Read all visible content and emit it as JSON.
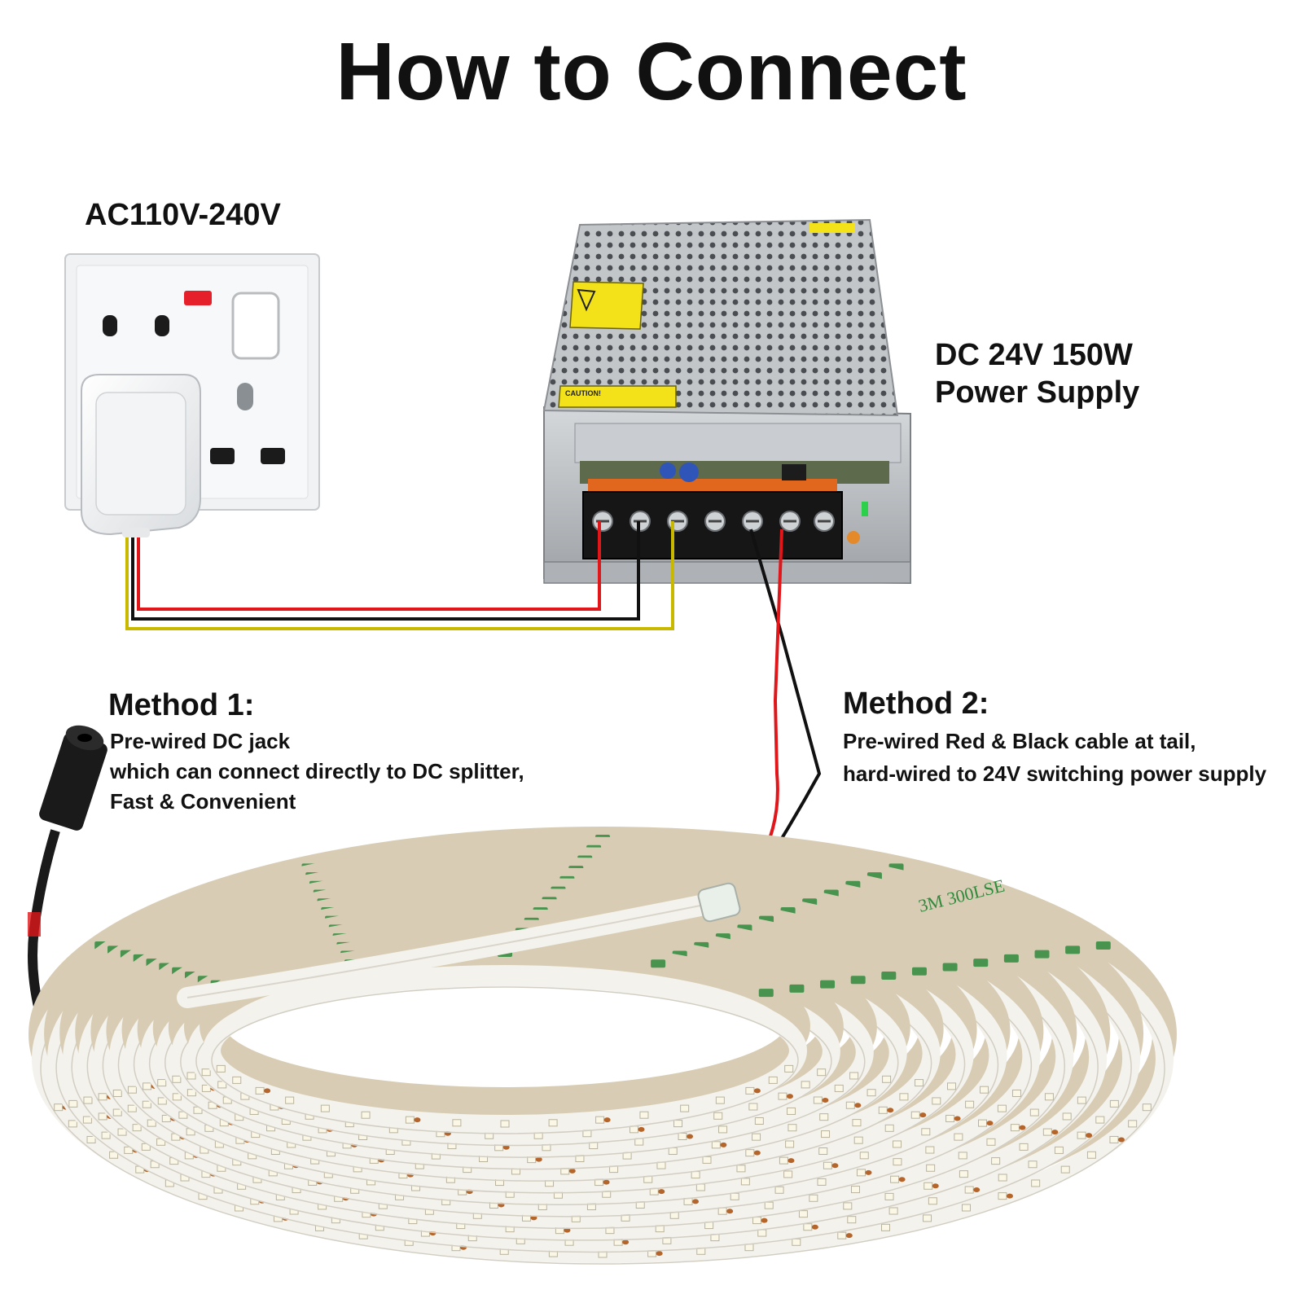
{
  "title": "How to Connect",
  "outlet": {
    "voltage_label": "AC110V-240V"
  },
  "power_supply": {
    "label_line1": "DC 24V 150W",
    "label_line2": "Power Supply",
    "caution_text": "CAUTION!"
  },
  "method1": {
    "heading": "Method 1:",
    "line1": "Pre-wired DC jack",
    "line2": "which can connect directly to DC splitter,",
    "line3": "Fast & Convenient"
  },
  "method2": {
    "heading": "Method 2:",
    "line1": "Pre-wired Red & Black cable at tail,",
    "line2": "hard-wired to 24V switching power supply"
  },
  "led_strip": {
    "tape_print": "3M 300LSE"
  },
  "colors": {
    "wire_red": "#e0161a",
    "wire_black": "#111111",
    "wire_yellow": "#c9b800",
    "psu_metal": "#b9bcbf",
    "strip_white": "#f4f2ec",
    "tape_tan": "#d8cdb4",
    "tape_green": "#2f8a3c",
    "led_white": "#fbf7e6",
    "resistor": "#b5652a"
  }
}
